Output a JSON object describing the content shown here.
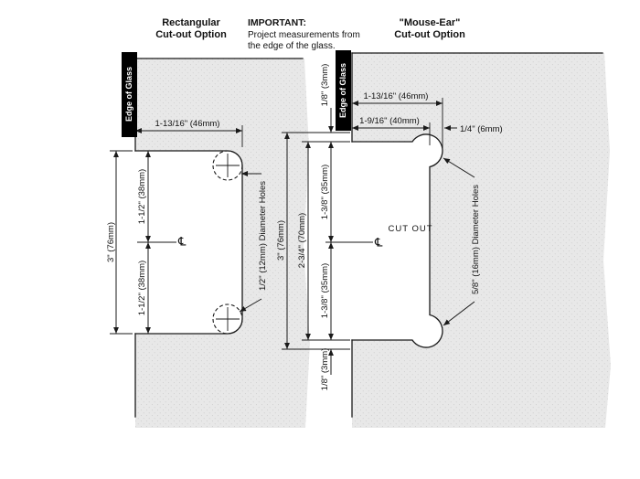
{
  "header": {
    "left_title": [
      "Rectangular",
      "Cut-out Option"
    ],
    "important": {
      "label": "IMPORTANT:",
      "lines": [
        "Project measurements from",
        "the edge of the glass."
      ]
    },
    "right_title": [
      "\"Mouse-Ear\"",
      "Cut-out Option"
    ]
  },
  "left_diagram": {
    "edge_label": "Edge of Glass",
    "dims": {
      "width": "1-13/16\" (46mm)",
      "upper_half": "1-1/2\" (38mm)",
      "lower_half": "1-1/2\" (38mm)",
      "total_height": "3\" (76mm)"
    },
    "holes_label": "1/2\" (12mm) Diameter Holes",
    "centerline_symbol": "℄"
  },
  "right_diagram": {
    "edge_label": "Edge of Glass",
    "dims": {
      "top_gap": "1/8\" (3mm)",
      "width_full": "1-13/16\" (46mm)",
      "width_rect": "1-9/16\" (40mm)",
      "ear_protrusion": "1/4\" (6mm)",
      "upper_half": "1-3/8\" (35mm)",
      "lower_half": "1-3/8\" (35mm)",
      "cutout_height": "2-3/4\" (70mm)",
      "total_height": "3\" (76mm)",
      "bottom_gap": "1/8\" (3mm)"
    },
    "cutout_label": "CUT OUT",
    "holes_label": "5/8\" (16mm) Diameter Holes",
    "centerline_symbol": "℄"
  },
  "colors": {
    "background": "#ffffff",
    "glass": "#e8e8e8",
    "stipple": "#c9c9c9",
    "line": "#1a1a1a",
    "label_bg": "#000000",
    "label_fg": "#ffffff"
  }
}
